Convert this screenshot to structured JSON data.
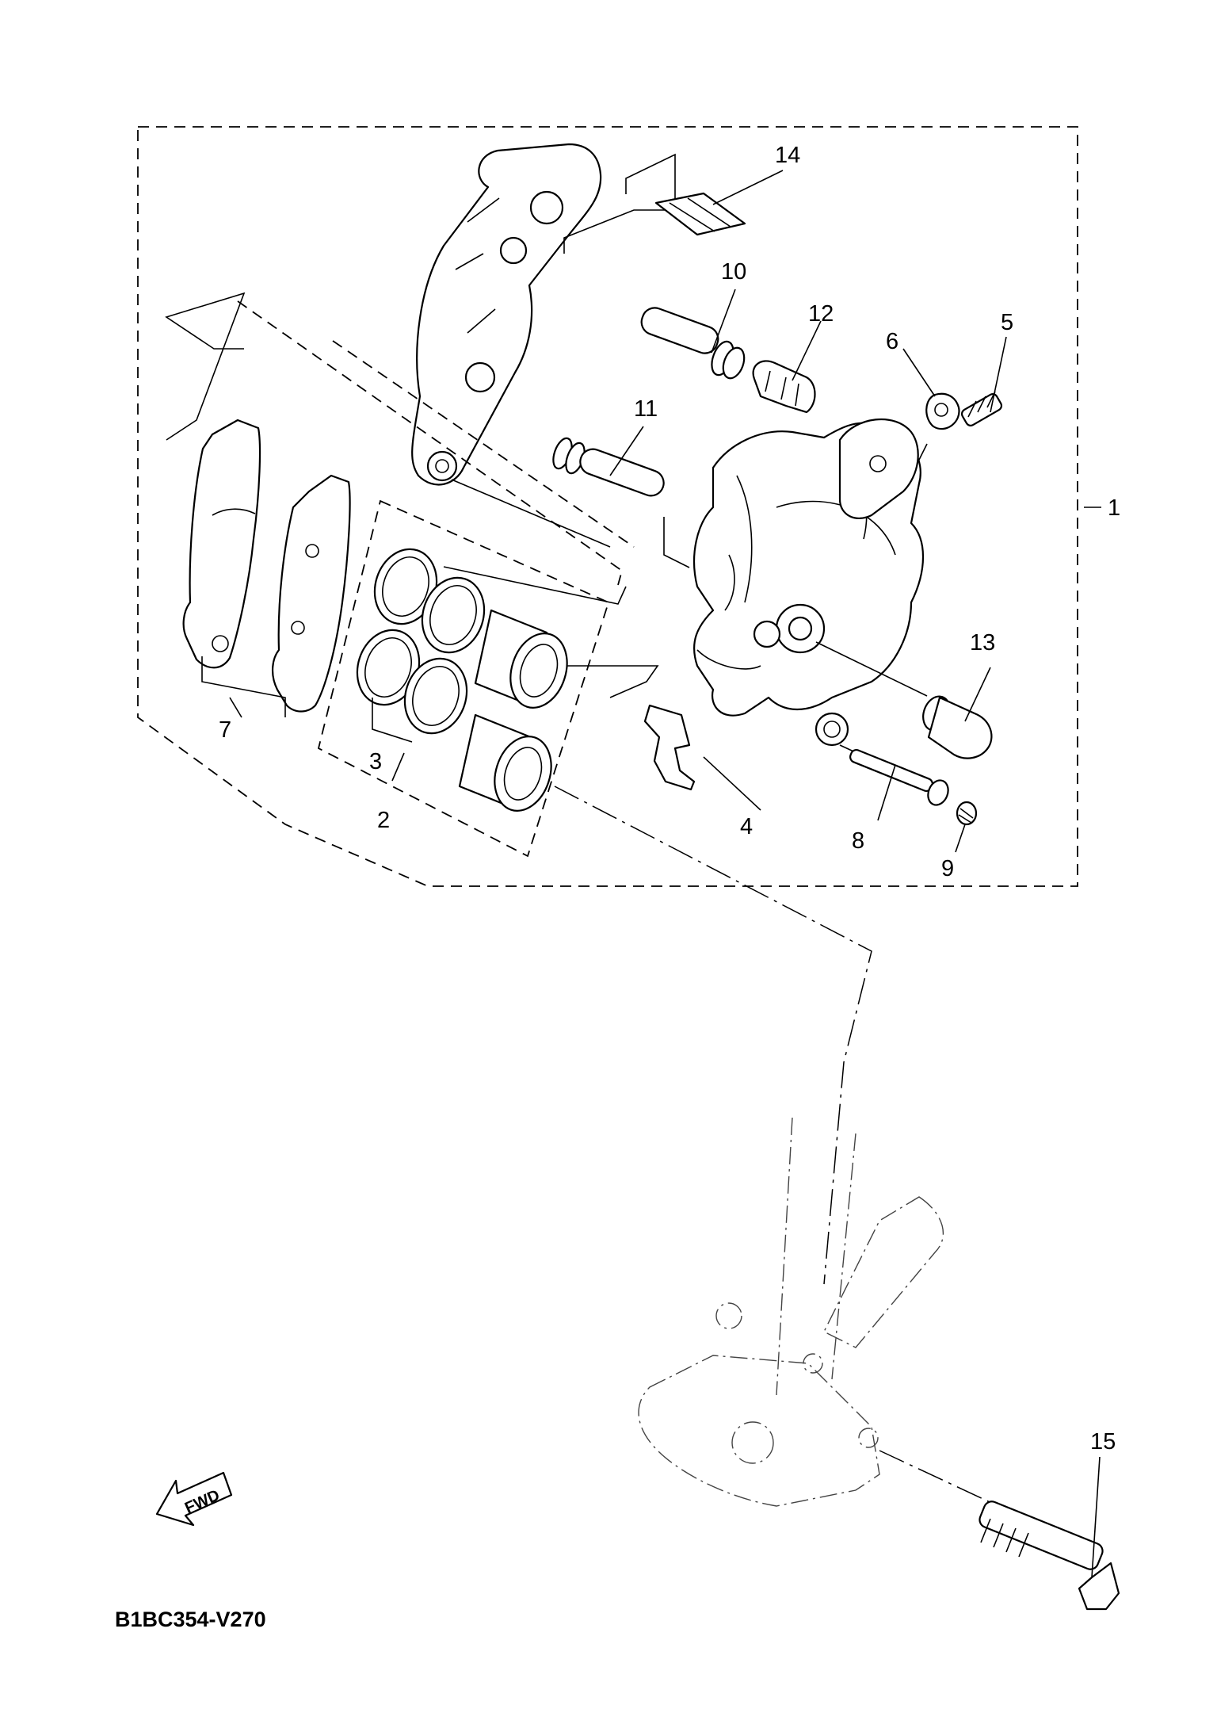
{
  "diagram": {
    "caption": "B1BC354-V270",
    "fwd_label": "FWD",
    "callouts": [
      {
        "id": "1",
        "label": "1"
      },
      {
        "id": "2",
        "label": "2"
      },
      {
        "id": "3",
        "label": "3"
      },
      {
        "id": "4",
        "label": "4"
      },
      {
        "id": "5",
        "label": "5"
      },
      {
        "id": "6",
        "label": "6"
      },
      {
        "id": "7",
        "label": "7"
      },
      {
        "id": "8",
        "label": "8"
      },
      {
        "id": "9",
        "label": "9"
      },
      {
        "id": "10",
        "label": "10"
      },
      {
        "id": "11",
        "label": "11"
      },
      {
        "id": "12",
        "label": "12"
      },
      {
        "id": "13",
        "label": "13"
      },
      {
        "id": "14",
        "label": "14"
      },
      {
        "id": "15",
        "label": "15"
      }
    ]
  }
}
